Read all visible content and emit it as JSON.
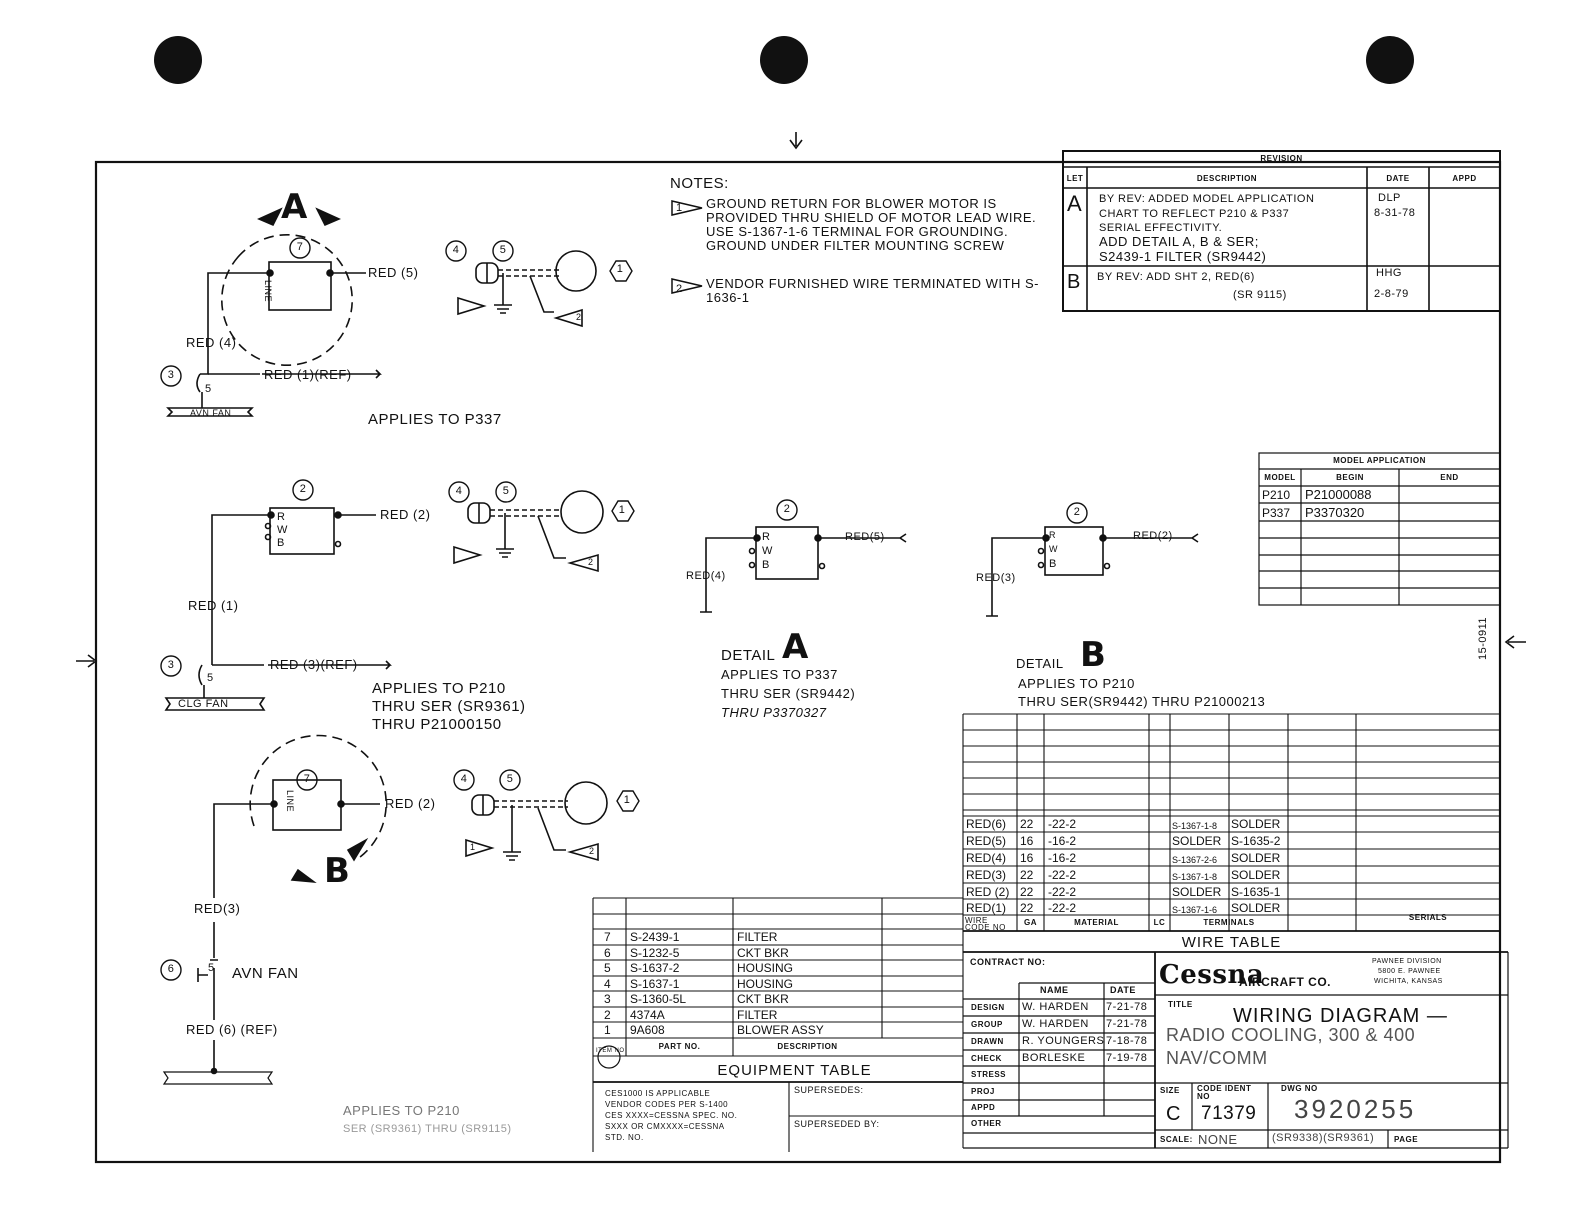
{
  "notes": {
    "title": "NOTES:",
    "note1": "GROUND RETURN FOR BLOWER MOTOR IS PROVIDED THRU SHIELD OF MOTOR LEAD WIRE. USE S-1367-1-6 TERMINAL FOR GROUNDING. GROUND UNDER FILTER MOUNTING SCREW",
    "note2": "VENDOR FURNISHED WIRE TERMINATED WITH S-1636-1",
    "flag1": "1",
    "flag2": "2"
  },
  "revision": {
    "title": "REVISION",
    "headers": [
      "LET",
      "DESCRIPTION",
      "DATE",
      "APPD"
    ],
    "rows": [
      {
        "let": "A",
        "desc1": "BY REV: ADDED MODEL APPLICATION",
        "desc2": "CHART TO REFLECT P210 & P337",
        "desc3": "SERIAL EFFECTIVITY.",
        "desc4": "ADD DETAIL A, B & SER;",
        "desc5": "S2439-1 FILTER (SR9442)",
        "date1": "DLP",
        "date2": "8-31-78"
      },
      {
        "let": "B",
        "desc1": "BY REV: ADD SHT 2, RED(6)",
        "desc2": "(SR 9115)",
        "date1": "HHG",
        "date2": "2-8-79"
      }
    ]
  },
  "model_app": {
    "title": "MODEL APPLICATION",
    "headers": [
      "MODEL",
      "BEGIN",
      "END"
    ],
    "rows": [
      {
        "model": "P210",
        "begin": "P21000088"
      },
      {
        "model": "P337",
        "begin": "P3370320"
      }
    ]
  },
  "circuit1": {
    "detail_letter": "A",
    "item7": "7",
    "line": "LINE",
    "red5": "RED (5)",
    "red4": "RED (4)",
    "item4": "4",
    "item5": "5",
    "item1": "1",
    "item3": "3",
    "sw": "5",
    "red1ref": "RED (1)(REF)",
    "fan": "AVN FAN",
    "applies": "APPLIES TO P337"
  },
  "circuit2": {
    "item2": "2",
    "r": "R",
    "w": "W",
    "b": "B",
    "red2": "RED (2)",
    "item4": "4",
    "item5": "5",
    "item1": "1",
    "red1": "RED (1)",
    "item3": "3",
    "sw": "5",
    "red3ref": "RED (3)(REF)",
    "fan": "CLG FAN",
    "applies1": "APPLIES TO P210",
    "applies2": "THRU SER (SR9361)",
    "applies3": "THRU P21000150"
  },
  "circuit3": {
    "item7": "7",
    "line": "LINE",
    "red2": "RED (2)",
    "detail_letter": "B",
    "item4": "4",
    "item5": "5",
    "item1": "1",
    "red3": "RED(3)",
    "item6": "6",
    "sw": "5",
    "fan": "AVN FAN",
    "red6ref": "RED (6) (REF)",
    "applies1": "APPLIES TO P210",
    "applies2": "SER (SR9361) THRU (SR9115)"
  },
  "detailA": {
    "item2": "2",
    "r": "R",
    "w": "W",
    "b": "B",
    "red5": "RED(5)",
    "red4": "RED(4)",
    "label": "DETAIL",
    "letter": "A",
    "l1": "APPLIES TO P337",
    "l2": "THRU SER (SR9442)",
    "l3": "THRU P3370327"
  },
  "detailB": {
    "item2": "2",
    "r": "R",
    "w": "W",
    "b": "B",
    "red2": "RED(2)",
    "red3": "RED(3)",
    "label": "DETAIL",
    "letter": "B",
    "l1": "APPLIES TO P210",
    "l2": "THRU SER(SR9442)  THRU P21000213"
  },
  "side_mark": "15-0911",
  "wire_table": {
    "title": "WIRE TABLE",
    "headers": [
      "WIRE CODE NO",
      "GA",
      "MATERIAL",
      "LC",
      "TERMINALS",
      "SERIALS"
    ],
    "rows": [
      {
        "code": "RED(6)",
        "ga": "22",
        "mat": "-22-2",
        "t1": "S-1367-1-8",
        "t2": "SOLDER"
      },
      {
        "code": "RED(5)",
        "ga": "16",
        "mat": "-16-2",
        "t1": "SOLDER",
        "t2": "S-1635-2"
      },
      {
        "code": "RED(4)",
        "ga": "16",
        "mat": "-16-2",
        "t1": "S-1367-2-6",
        "t2": "SOLDER"
      },
      {
        "code": "RED(3)",
        "ga": "22",
        "mat": "-22-2",
        "t1": "S-1367-1-8",
        "t2": "SOLDER"
      },
      {
        "code": "RED (2)",
        "ga": "22",
        "mat": "-22-2",
        "t1": "SOLDER",
        "t2": "S-1635-1"
      },
      {
        "code": "RED(1)",
        "ga": "22",
        "mat": "-22-2",
        "t1": "S-1367-1-6",
        "t2": "SOLDER"
      }
    ]
  },
  "equipment": {
    "title": "EQUIPMENT TABLE",
    "headers": [
      "ITEM NO",
      "PART NO.",
      "DESCRIPTION"
    ],
    "rows": [
      {
        "item": "7",
        "part": "S-2439-1",
        "desc": "FILTER"
      },
      {
        "item": "6",
        "part": "S-1232-5",
        "desc": "CKT BKR"
      },
      {
        "item": "5",
        "part": "S-1637-2",
        "desc": "HOUSING"
      },
      {
        "item": "4",
        "part": "S-1637-1",
        "desc": "HOUSING"
      },
      {
        "item": "3",
        "part": "S-1360-5L",
        "desc": "CKT BKR"
      },
      {
        "item": "2",
        "part": "4374A",
        "desc": "FILTER"
      },
      {
        "item": "1",
        "part": "9A608",
        "desc": "BLOWER ASSY"
      }
    ]
  },
  "codes_note": [
    "CES1000 IS APPLICABLE",
    "VENDOR CODES PER S-1400",
    "CES XXXX=CESSNA SPEC. NO.",
    "SXXX OR CMXXXX=CESSNA",
    "STD. NO."
  ],
  "supersedes": "SUPERSEDES:",
  "superseded_by": "SUPERSEDED BY:",
  "title_block": {
    "contract": "CONTRACT NO:",
    "name_hdr": "NAME",
    "date_hdr": "DATE",
    "rows": [
      {
        "role": "DESIGN",
        "name": "W. HARDEN",
        "date": "7-21-78"
      },
      {
        "role": "GROUP",
        "name": "W. HARDEN",
        "date": "7-21-78"
      },
      {
        "role": "DRAWN",
        "name": "R. YOUNGERS",
        "date": "7-18-78"
      },
      {
        "role": "CHECK",
        "name": "BORLESKE",
        "date": "7-19-78"
      },
      {
        "role": "STRESS",
        "name": "",
        "date": ""
      },
      {
        "role": "PROJ",
        "name": "",
        "date": ""
      },
      {
        "role": "APPD",
        "name": "",
        "date": ""
      },
      {
        "role": "OTHER",
        "name": "",
        "date": ""
      }
    ],
    "company": "Cessna",
    "company2": "AIRCRAFT CO.",
    "division1": "PAWNEE DIVISION",
    "division2": "5800 E. PAWNEE",
    "division3": "WICHITA, KANSAS",
    "title_lbl": "TITLE",
    "title1": "WIRING DIAGRAM —",
    "title2": "RADIO COOLING, 300 & 400",
    "title3": "NAV/COMM",
    "size_lbl": "SIZE",
    "size": "C",
    "code_lbl": "CODE IDENT NO",
    "code": "71379",
    "dwg_lbl": "DWG NO",
    "dwg": "3920255",
    "scale_lbl": "SCALE:",
    "scale": "NONE",
    "sr": "(SR9338)(SR9361)",
    "page_lbl": "PAGE"
  }
}
